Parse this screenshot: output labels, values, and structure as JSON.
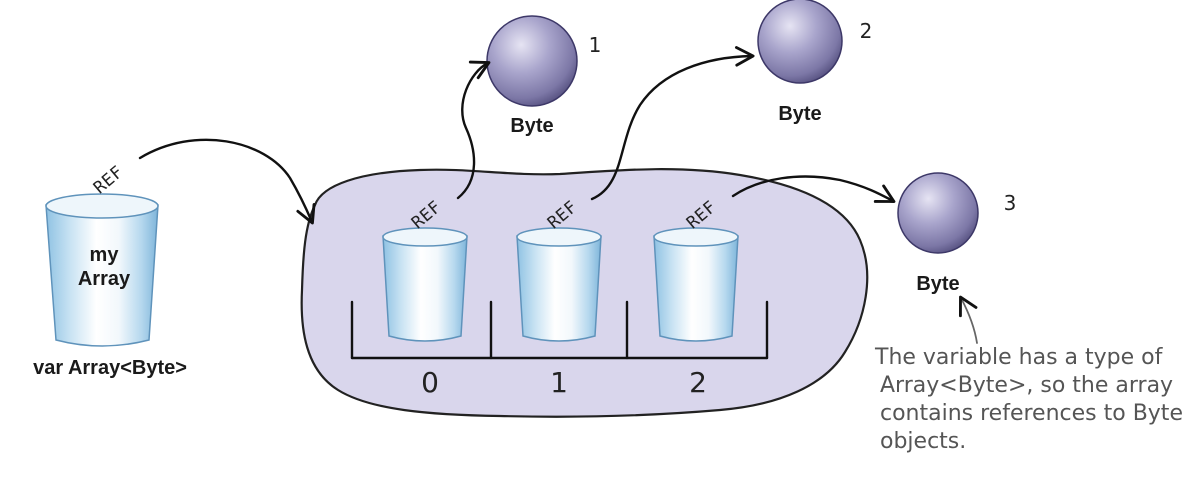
{
  "variable": {
    "ref_label": "REF",
    "cup_label_line1": "my",
    "cup_label_line2": "Array",
    "declaration": "var Array<Byte>"
  },
  "array": {
    "slots": [
      {
        "index": "0",
        "ref_label": "REF"
      },
      {
        "index": "1",
        "ref_label": "REF"
      },
      {
        "index": "2",
        "ref_label": "REF"
      }
    ]
  },
  "objects": [
    {
      "number": "1",
      "label": "Byte"
    },
    {
      "number": "2",
      "label": "Byte"
    },
    {
      "number": "3",
      "label": "Byte"
    }
  ],
  "annotation": {
    "lines": [
      "The variable has a type of",
      "Array<Byte>, so the array",
      "contains references to Byte",
      "objects."
    ]
  },
  "colors": {
    "blob_fill": "#d9d6ec",
    "sphere_main": "#9893bd",
    "cup_blue": "#8fc2e3"
  }
}
